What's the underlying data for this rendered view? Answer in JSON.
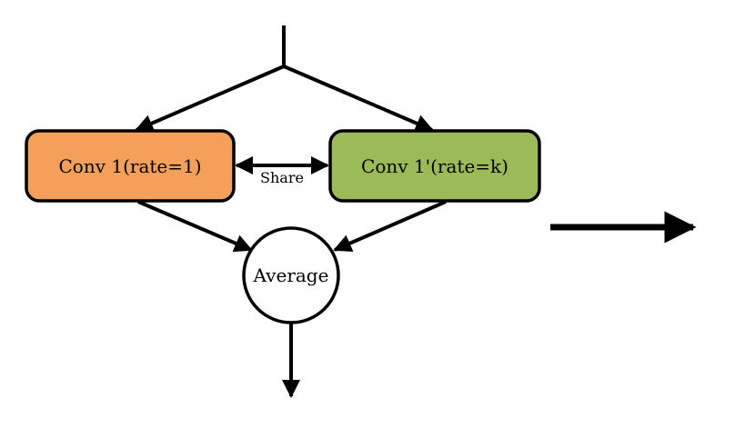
{
  "nodes": {
    "conv1": {
      "label": "Conv 1(rate=1)",
      "fill": "#F4A05A"
    },
    "conv1_prime": {
      "label": "Conv 1'(rate=k)",
      "fill": "#9BBB59"
    },
    "average": {
      "label": "Average",
      "fill": "#FFFFFF"
    }
  },
  "edges": {
    "share_label": "Share"
  },
  "colors": {
    "stroke": "#000000",
    "background": "#FFFFFF"
  }
}
